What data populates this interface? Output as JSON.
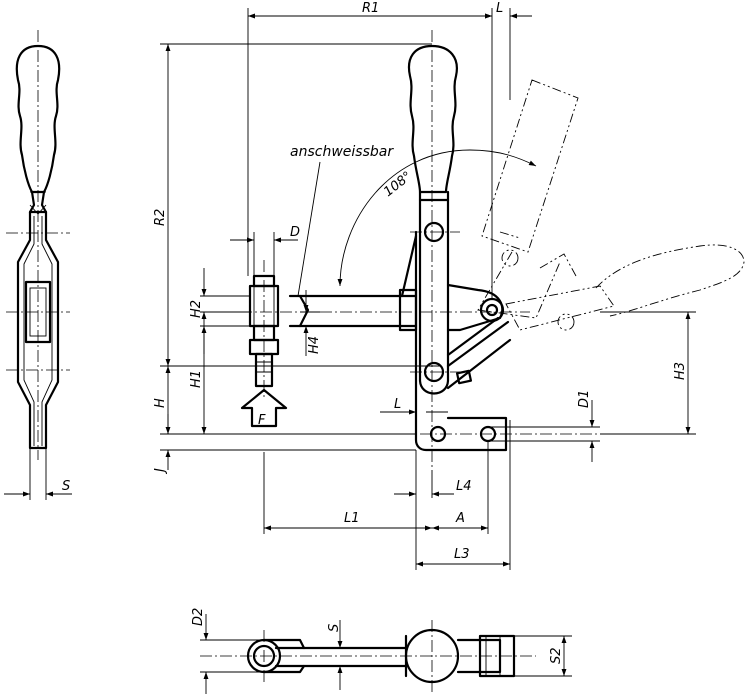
{
  "labels": {
    "R1": "R1",
    "L_top": "L",
    "R2": "R2",
    "D": "D",
    "H2": "H2",
    "H4": "H4",
    "H1": "H1",
    "H": "H",
    "J": "J",
    "F": "F",
    "L_mid": "L",
    "D1": "D1",
    "H3": "H3",
    "L4": "L4",
    "L1": "L1",
    "A": "A",
    "L3": "L3",
    "S_side": "S",
    "D2": "D2",
    "S_top": "S",
    "S2": "S2"
  },
  "angle": "108°",
  "note": "anschweissbar"
}
